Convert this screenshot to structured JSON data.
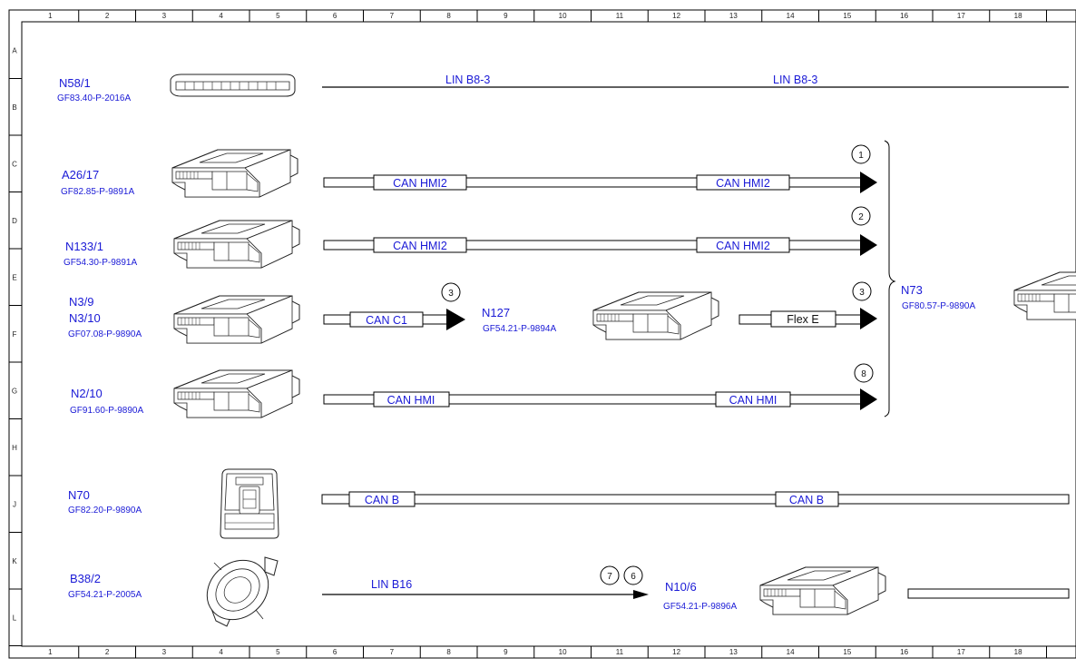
{
  "frame": {
    "columns": [
      "1",
      "2",
      "3",
      "4",
      "5",
      "6",
      "7",
      "8",
      "9",
      "10",
      "11",
      "12",
      "13",
      "14",
      "15",
      "16",
      "17",
      "18"
    ],
    "rows": [
      "A",
      "B",
      "C",
      "D",
      "E",
      "F",
      "G",
      "H",
      "J",
      "K",
      "L"
    ]
  },
  "components": {
    "n58_1": {
      "label": "N58/1",
      "code": "GF83.40-P-2016A"
    },
    "a26_17": {
      "label": "A26/17",
      "code": "GF82.85-P-9891A"
    },
    "n133_1": {
      "label": "N133/1",
      "code": "GF54.30-P-9891A"
    },
    "n3_9": {
      "label": "N3/9",
      "label2": "N3/10",
      "code": "GF07.08-P-9890A"
    },
    "n2_10": {
      "label": "N2/10",
      "code": "GF91.60-P-9890A"
    },
    "n70": {
      "label": "N70",
      "code": "GF82.20-P-9890A"
    },
    "b38_2": {
      "label": "B38/2",
      "code": "GF54.21-P-2005A"
    },
    "n127": {
      "label": "N127",
      "code": "GF54.21-P-9894A"
    },
    "n73": {
      "label": "N73",
      "code": "GF80.57-P-9890A"
    },
    "n10_6": {
      "label": "N10/6",
      "code": "GF54.21-P-9896A"
    }
  },
  "buses": {
    "lin_b8_3": "LIN B8-3",
    "can_hmi2": "CAN HMI2",
    "can_c1": "CAN C1",
    "flex_e": "Flex E",
    "can_hmi": "CAN HMI",
    "can_b": "CAN B",
    "lin_b16": "LIN B16"
  },
  "markers": {
    "m1": "1",
    "m2": "2",
    "m3a": "3",
    "m3b": "3",
    "m8": "8",
    "m7": "7",
    "m6": "6"
  },
  "colors": {
    "label": "#1a1ad6",
    "line": "#000000"
  }
}
